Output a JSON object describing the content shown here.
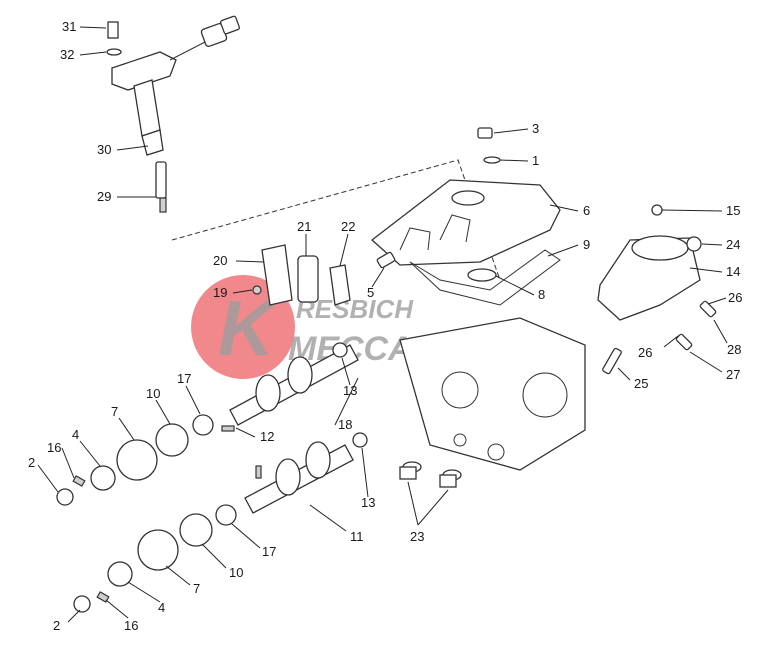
{
  "watermark": {
    "line1": "RESBICH",
    "line2": "MECCANICA",
    "mark": "K"
  },
  "callouts": [
    "31",
    "32",
    "30",
    "29",
    "3",
    "1",
    "6",
    "9",
    "8",
    "5",
    "21",
    "22",
    "20",
    "19",
    "15",
    "24",
    "14",
    "26",
    "28",
    "26",
    "27",
    "25",
    "17",
    "10",
    "7",
    "16",
    "4",
    "2",
    "12",
    "18",
    "13",
    "13",
    "11",
    "23",
    "17",
    "10",
    "7",
    "4",
    "2",
    "16"
  ],
  "colors": {
    "watermark_red": "#e8464b",
    "watermark_grey": "#8c8c8c",
    "line": "#333333"
  }
}
